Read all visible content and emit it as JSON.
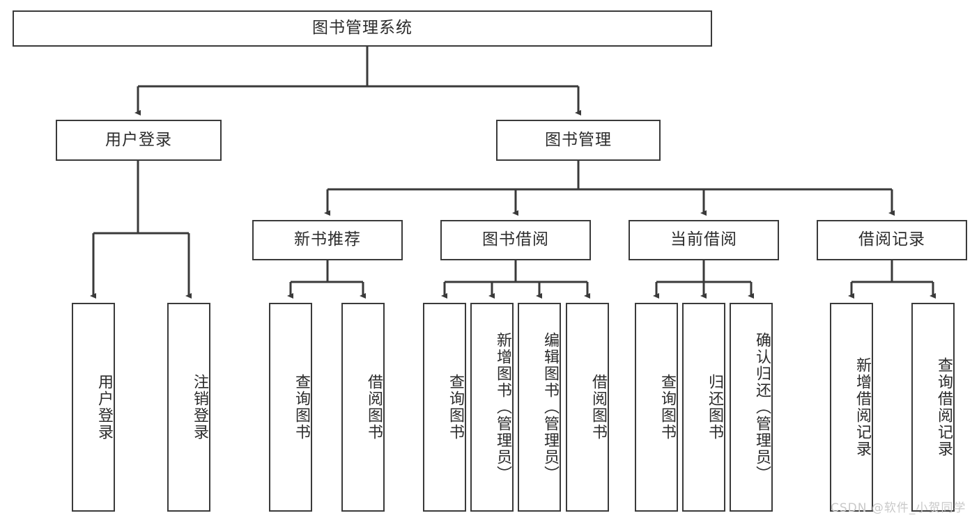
{
  "diagram": {
    "title": "图书管理系统",
    "type": "tree-hierarchy",
    "watermark": "CSDN @软件_小贺同学",
    "colors": {
      "box_border": "#3a3a3a",
      "box_fill": "#ffffff",
      "connector": "#3a3a3a",
      "text": "#2b2b2b",
      "watermark": "#c9c9c9",
      "background": "#ffffff"
    },
    "root": {
      "label": "图书管理系统",
      "orientation": "horizontal"
    },
    "level2": [
      {
        "label": "用户登录",
        "orientation": "horizontal"
      },
      {
        "label": "图书管理",
        "orientation": "horizontal"
      }
    ],
    "level3": [
      {
        "label": "新书推荐",
        "orientation": "horizontal",
        "parent": "图书管理"
      },
      {
        "label": "图书借阅",
        "orientation": "horizontal",
        "parent": "图书管理"
      },
      {
        "label": "当前借阅",
        "orientation": "horizontal",
        "parent": "图书管理"
      },
      {
        "label": "借阅记录",
        "orientation": "horizontal",
        "parent": "图书管理"
      }
    ],
    "leaves": {
      "user_login": [
        {
          "label": "用户登录",
          "orientation": "vertical"
        },
        {
          "label": "注销登录",
          "orientation": "vertical"
        }
      ],
      "new_book_recommend": [
        {
          "label": "查询图书",
          "orientation": "vertical"
        },
        {
          "label": "借阅图书",
          "orientation": "vertical"
        }
      ],
      "book_borrow": [
        {
          "label": "查询图书",
          "orientation": "vertical"
        },
        {
          "label": "新增图书（管理员）",
          "orientation": "vertical"
        },
        {
          "label": "编辑图书（管理员）",
          "orientation": "vertical"
        },
        {
          "label": "借阅图书",
          "orientation": "vertical"
        }
      ],
      "current_borrow": [
        {
          "label": "查询图书",
          "orientation": "vertical"
        },
        {
          "label": "归还图书",
          "orientation": "vertical"
        },
        {
          "label": "确认归还（管理员）",
          "orientation": "vertical"
        }
      ],
      "borrow_record": [
        {
          "label": "新增借阅记录",
          "orientation": "vertical"
        },
        {
          "label": "查询借阅记录",
          "orientation": "vertical"
        }
      ]
    }
  }
}
